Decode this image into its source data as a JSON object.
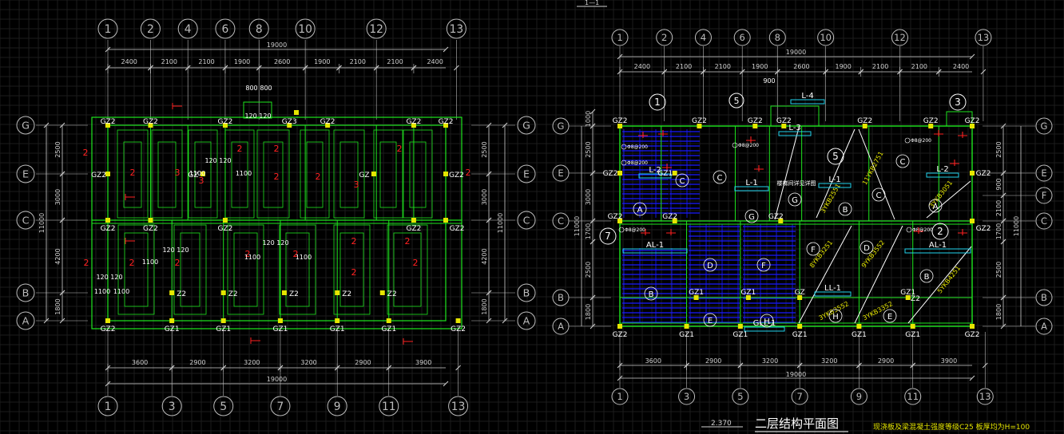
{
  "colors": {
    "background": "#000000",
    "grid": "#1c1c1c",
    "axis": "#bdbdbd",
    "wall": "#1ee61e",
    "column": "#e6e600",
    "slab": "#1a1aff",
    "cyan": "#22d3ee",
    "red": "#ff2020",
    "white": "#ffffff",
    "dim": "#cfcfcf"
  },
  "left_plan": {
    "axis_top": [
      "1",
      "2",
      "4",
      "6",
      "8",
      "10",
      "12",
      "13"
    ],
    "axis_bottom": [
      "1",
      "3",
      "5",
      "7",
      "9",
      "11",
      "13"
    ],
    "axis_rows": [
      "G",
      "E",
      "C",
      "B",
      "A"
    ],
    "dims_top": [
      "2400",
      "2100",
      "2100",
      "1900",
      "2600",
      "1900",
      "2100",
      "2100",
      "2400"
    ],
    "total_top": "19000",
    "dims_bottom": [
      "3600",
      "2900",
      "3200",
      "3200",
      "2900",
      "3900"
    ],
    "total_bottom": "19000",
    "dims_left": [
      "2500",
      "3000",
      "4200",
      "1800"
    ],
    "total_left": "11000",
    "dims_right": [
      "2500",
      "3000",
      "4200",
      "1800"
    ],
    "total_right": "11000",
    "top_extra": [
      "800",
      "800"
    ],
    "col_labels_top": [
      "GZ2",
      "GZ2",
      "GZ2",
      "GZ3",
      "GZ2",
      "GZ2",
      "GZ2"
    ],
    "col_labels_mid": [
      "GZ2",
      "GZ2",
      "GZ2",
      "GZ2",
      "GZ2"
    ],
    "col_labels_bottom": [
      "GZ2",
      "GZ1",
      "GZ1",
      "GZ1",
      "GZ1",
      "GZ1",
      "GZ2"
    ],
    "lbl_120": "120 120",
    "lbl_1100": "1100",
    "lbl_gz": "GZ",
    "lbl_z2": "Z2",
    "lbl_2": "2",
    "lbl_3": "3"
  },
  "right_plan": {
    "axis_top": [
      "1",
      "2",
      "4",
      "6",
      "8",
      "10",
      "12",
      "13"
    ],
    "axis_bottom": [
      "1",
      "3",
      "5",
      "7",
      "9",
      "11",
      "13"
    ],
    "axis_rows_left": [
      "G",
      "E",
      "C",
      "B",
      "A"
    ],
    "axis_rows_right": [
      "G",
      "E",
      "F",
      "C",
      "B",
      "A"
    ],
    "dims_top": [
      "2400",
      "2100",
      "2100",
      "1900",
      "2600",
      "1900",
      "2100",
      "2100",
      "2400"
    ],
    "total_top": "19000",
    "dims_bottom": [
      "3600",
      "2900",
      "3200",
      "3200",
      "2900",
      "3900"
    ],
    "total_bottom": "19000",
    "dims_left": [
      "1000",
      "2500",
      "3000",
      "1700",
      "2500",
      "1800"
    ],
    "total_left": "11000",
    "dims_right": [
      "2500",
      "900",
      "2100",
      "1700",
      "2500",
      "1800"
    ],
    "total_right": "11000",
    "extra_900": "900",
    "beam_labels": {
      "L4": "L-4",
      "L3": "L-3",
      "L1a": "L-1",
      "L1b": "L-1",
      "L2a": "L-2",
      "L2b": "L-2",
      "AL1a": "AL-1",
      "AL1b": "AL-1",
      "LL1": "LL-1",
      "GLL1": "GLL-1"
    },
    "circles": [
      "1",
      "5",
      "3",
      "7",
      "2",
      "5"
    ],
    "zones": [
      "A",
      "C",
      "C",
      "G",
      "G",
      "C",
      "C",
      "A",
      "D",
      "F",
      "F",
      "D",
      "B",
      "B",
      "E",
      "H",
      "E",
      "H",
      "B"
    ],
    "slab_codes": [
      "11YKB2751",
      "3YKB2551",
      "3YKB3051",
      "8YKB3251",
      "9YKB3552",
      "3YKB3552",
      "3YKB3352",
      "5YKB4251"
    ],
    "stair_note": "楼梯间详见详图",
    "col_gz1": "GZ1",
    "col_gz2": "GZ2",
    "col_z2": "Z2",
    "col_gz": "GZ",
    "rebar_note": "Φ8@200"
  },
  "footer": {
    "elevation": "2.370",
    "title": "二层结构平面图",
    "note": "现浇板及梁混凝土强度等级C25  板厚均为H=100"
  },
  "top_marker": "1—1"
}
